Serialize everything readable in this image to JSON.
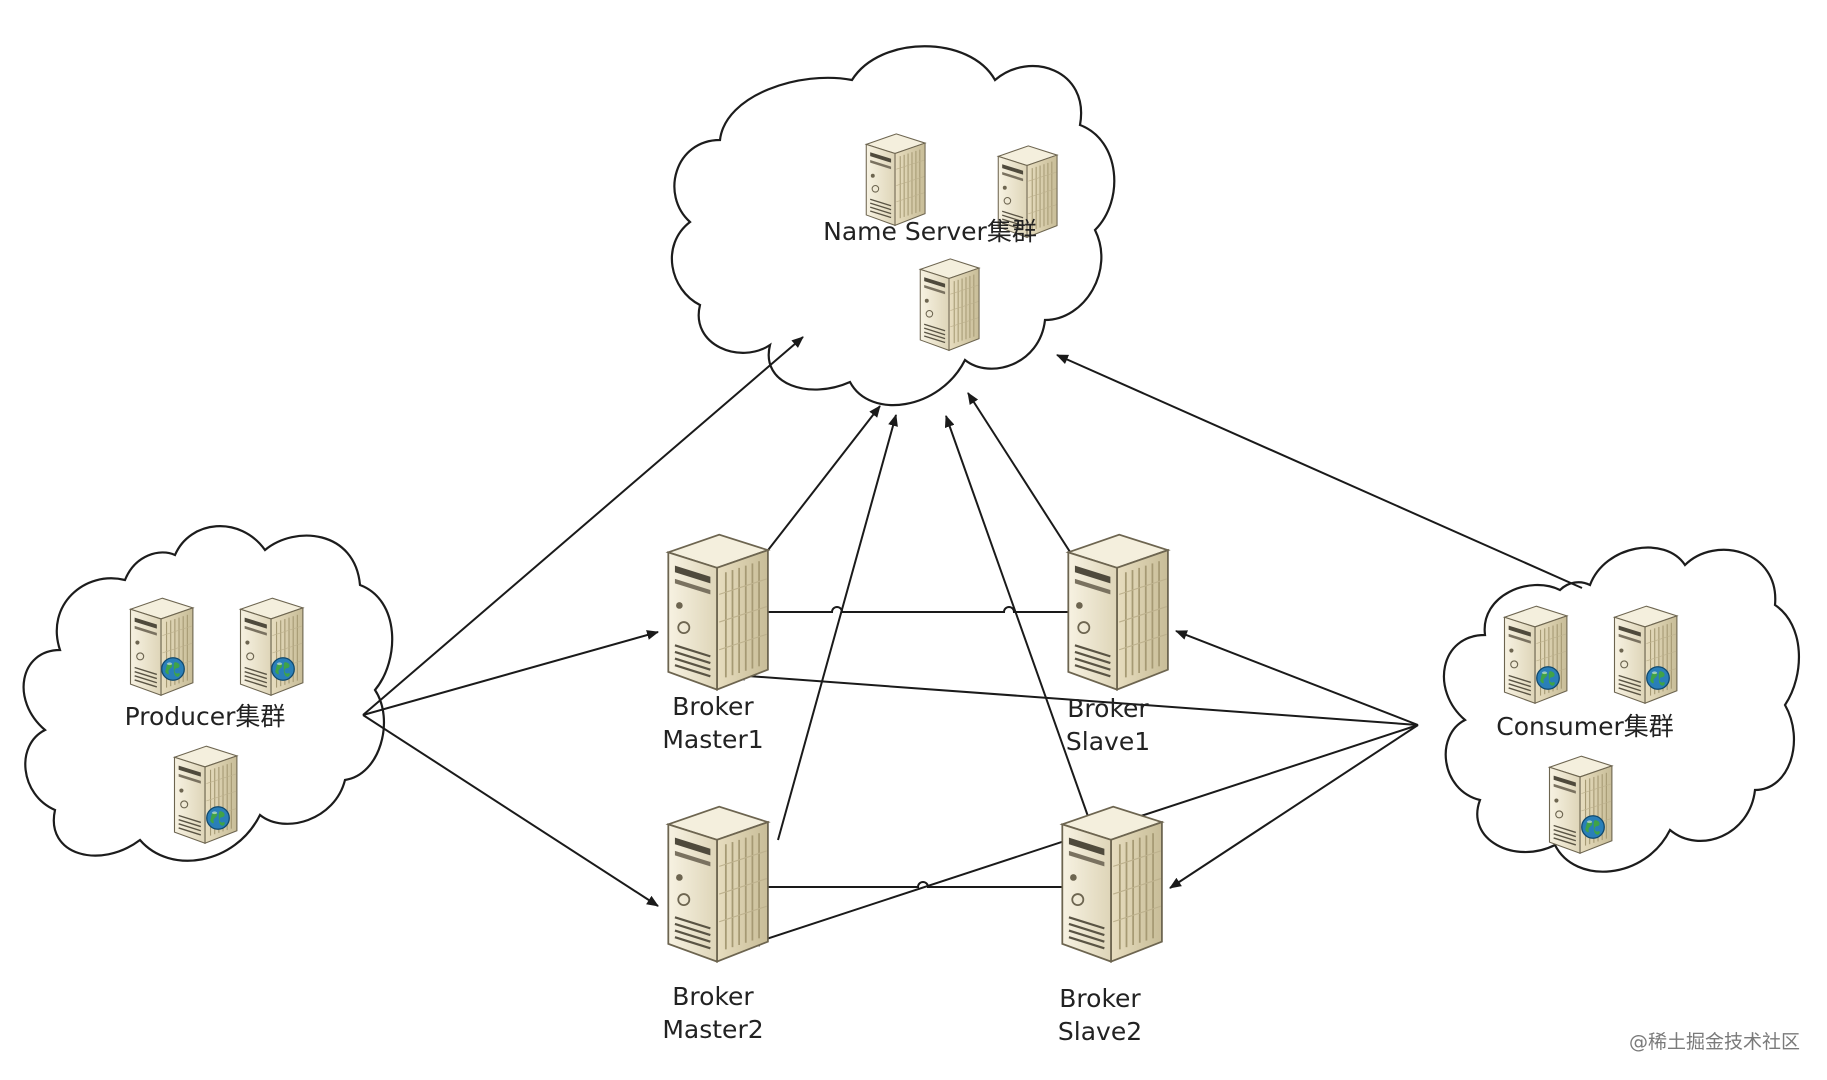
{
  "clusters": {
    "nameserver": {
      "label": "Name Server集群"
    },
    "producer": {
      "label": "Producer集群"
    },
    "consumer": {
      "label": "Consumer集群"
    }
  },
  "brokers": {
    "master1": {
      "line1": "Broker",
      "line2": "Master1"
    },
    "slave1": {
      "line1": "Broker",
      "line2": "Slave1"
    },
    "master2": {
      "line1": "Broker",
      "line2": "Master2"
    },
    "slave2": {
      "line1": "Broker",
      "line2": "Slave2"
    }
  },
  "watermark": "@稀土掘金技术社区",
  "colors": {
    "server_body": "#ece5cf",
    "server_dark": "#b9ad8a",
    "line": "#1a1a1a",
    "globe": "#2a7fb8",
    "globe_land": "#3fa348"
  }
}
